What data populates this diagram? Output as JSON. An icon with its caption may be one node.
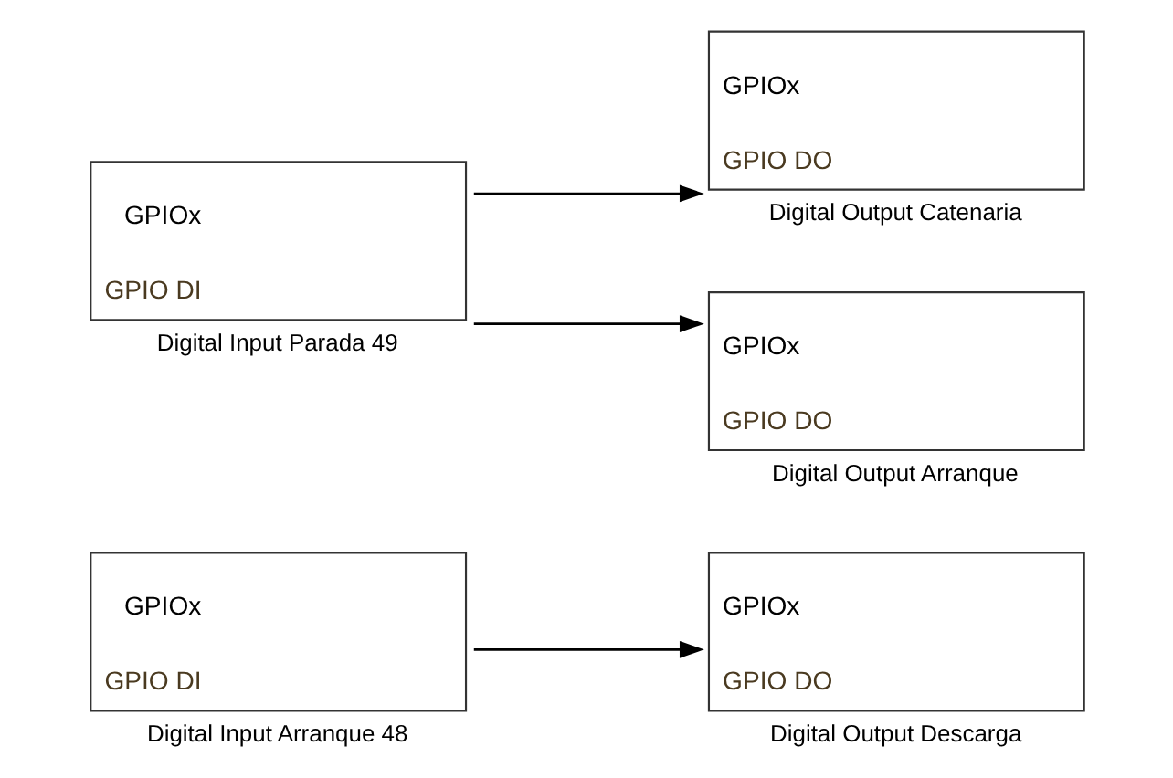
{
  "diagram": {
    "nodes": [
      {
        "text": [
          "GPIOx",
          "GPIO DI"
        ],
        "beside": [
          "Digital Input Arranque 48"
        ]
      },
      {
        "text": [
          "GPIOx",
          "GPIO DI"
        ],
        "beside": [
          "Digital Input Parada 49"
        ]
      },
      {
        "text": [
          "GPIOx",
          "GPIO DO"
        ],
        "beside": [
          "Digital Output Descarga"
        ]
      },
      {
        "text": [
          "GPIOx",
          "GPIO DO"
        ],
        "beside": [
          "Digital Output Catenaria"
        ]
      },
      {
        "text": [
          "GPIOx",
          "GPIO DO"
        ],
        "beside": [
          "Digital Output Arranque"
        ]
      }
    ],
    "edges": [
      {
        "from": 0,
        "to": 2,
        "arrow": "to"
      },
      {
        "from": 1,
        "to": 3,
        "arrow": "to"
      },
      {
        "from": 1,
        "to": 4,
        "arrow": "to"
      }
    ]
  }
}
